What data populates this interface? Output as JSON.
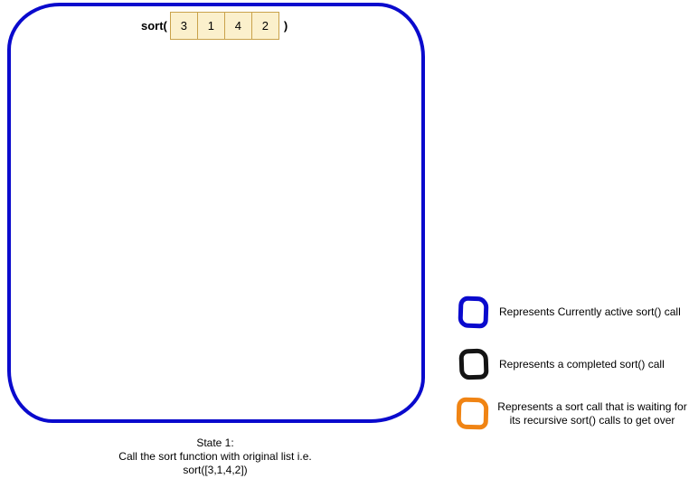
{
  "diagram": {
    "call_frame": {
      "function_label": "sort(",
      "close_paren": ")",
      "array_values": [
        "3",
        "1",
        "4",
        "2"
      ]
    },
    "caption": {
      "line1": "State 1:",
      "line2": "Call the sort function with original list i.e.",
      "line3": "sort([3,1,4,2])"
    }
  },
  "legend": {
    "items": [
      {
        "color": "#0a0acd",
        "label": "Represents Currently active sort() call"
      },
      {
        "color": "#141414",
        "label": "Represents a completed sort() call"
      },
      {
        "color": "#f08414",
        "label": "Represents a sort call that is waiting for its recursive sort() calls to get over"
      }
    ]
  },
  "colors": {
    "active_call_border": "#0a0acd",
    "completed_call_border": "#141414",
    "waiting_call_border": "#f08414",
    "array_cell_fill": "#fbf0cc",
    "array_cell_border": "#c9a24b",
    "background": "#ffffff",
    "text": "#000000"
  }
}
